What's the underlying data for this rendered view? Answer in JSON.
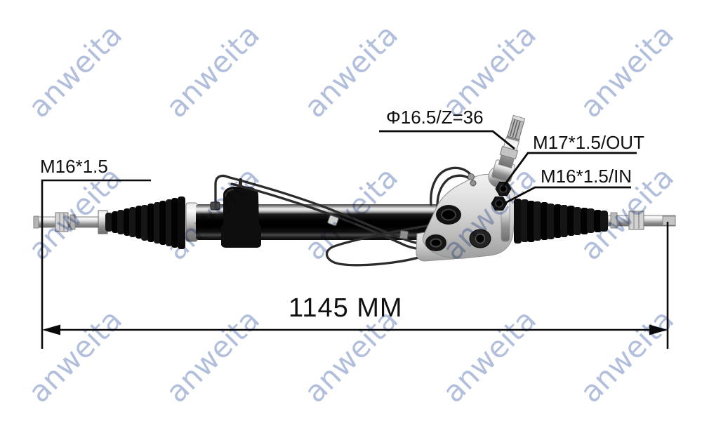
{
  "annotations": {
    "spline_spec": "Φ16.5/Z=36",
    "outlet_port": "M17*1.5/OUT",
    "inlet_port": "M16*1.5/IN",
    "tie_rod_thread": "M16*1.5",
    "overall_length": "1145 MM"
  },
  "watermark": {
    "text": "anweita",
    "color": "#b2bfdc"
  },
  "colors": {
    "annotation_line": "#0a0a0a",
    "background": "#ffffff"
  }
}
